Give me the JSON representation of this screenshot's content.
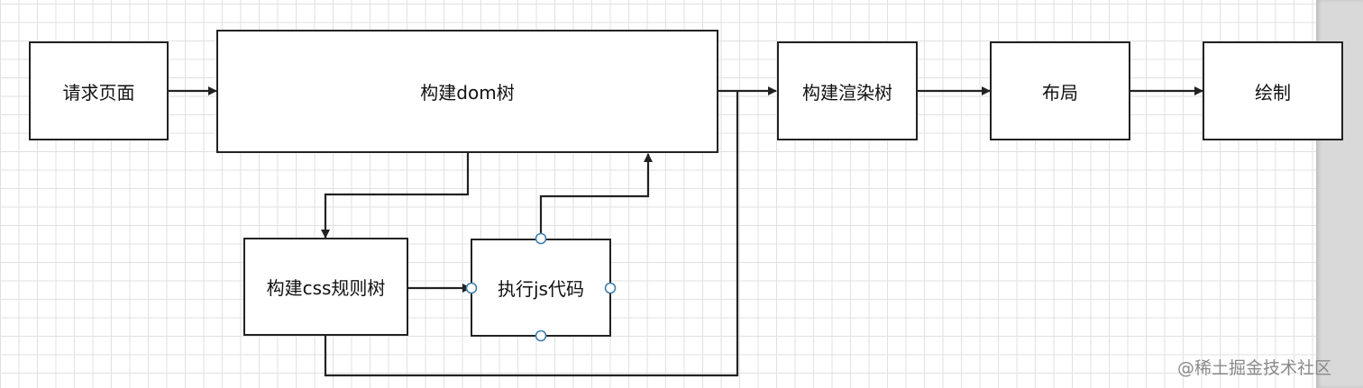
{
  "nodes": {
    "request_page": "请求页面",
    "build_dom": "构建dom树",
    "build_css": "构建css规则树",
    "exec_js": "执行js代码",
    "build_render": "构建渲染树",
    "layout": "布局",
    "paint": "绘制"
  },
  "watermark": "@稀土掘金技术社区",
  "colors": {
    "grid": "#e1e1e1",
    "line": "#222222",
    "handle": "#3d7fae",
    "panel": "#d9d9d9"
  }
}
